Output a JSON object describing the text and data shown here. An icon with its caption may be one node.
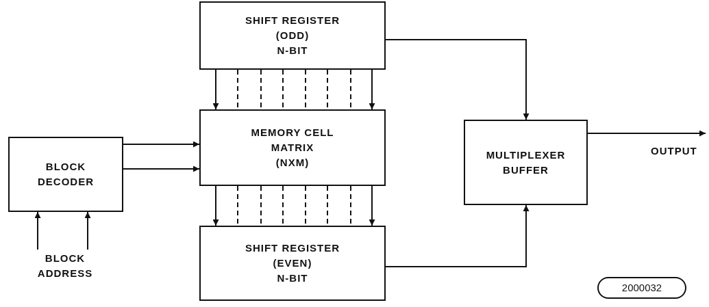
{
  "diagram": {
    "nodes": [
      {
        "text": [
          "SHIFT REGISTER",
          "(ODD)",
          "N-BIT"
        ]
      },
      {
        "text": [
          "BLOCK DECODER"
        ]
      },
      {
        "text": [
          "MEMORY CELL",
          "MATRIX",
          "(NXM)"
        ]
      },
      {
        "text": [
          "MULTIPLEXER BUFFER"
        ]
      },
      {
        "text": [
          "SHIFT REGISTER",
          "(EVEN)",
          "N-BIT"
        ]
      },
      {
        "text": [
          "BLOCK ADDRESS"
        ]
      },
      {
        "text": [
          "2000032"
        ]
      }
    ],
    "edges": [
      {
        "from": 1,
        "to": 2,
        "arrow": "to"
      },
      {
        "from": 1,
        "to": 2,
        "arrow": "to"
      },
      {
        "from": 5,
        "to": 1,
        "arrow": "to"
      },
      {
        "from": 5,
        "to": 1,
        "arrow": "to"
      },
      {
        "from": 0,
        "to": 2,
        "arrow": "to"
      },
      {
        "from": 0,
        "to": 2,
        "arrow": "none",
        "style": "dashed"
      },
      {
        "from": 0,
        "to": 2,
        "arrow": "none",
        "style": "dashed"
      },
      {
        "from": 0,
        "to": 2,
        "arrow": "none",
        "style": "dashed"
      },
      {
        "from": 0,
        "to": 2,
        "arrow": "none",
        "style": "dashed"
      },
      {
        "from": 0,
        "to": 2,
        "arrow": "none",
        "style": "dashed"
      },
      {
        "from": 0,
        "to": 2,
        "arrow": "none",
        "style": "dashed"
      },
      {
        "from": 0,
        "to": 2,
        "arrow": "to"
      },
      {
        "from": 2,
        "to": 4,
        "arrow": "to"
      },
      {
        "from": 2,
        "to": 4,
        "arrow": "none",
        "style": "dashed"
      },
      {
        "from": 2,
        "to": 4,
        "arrow": "none",
        "style": "dashed"
      },
      {
        "from": 2,
        "to": 4,
        "arrow": "none",
        "style": "dashed"
      },
      {
        "from": 2,
        "to": 4,
        "arrow": "none",
        "style": "dashed"
      },
      {
        "from": 2,
        "to": 4,
        "arrow": "none",
        "style": "dashed"
      },
      {
        "from": 2,
        "to": 4,
        "arrow": "none",
        "style": "dashed"
      },
      {
        "from": 2,
        "to": 4,
        "arrow": "to"
      },
      {
        "from": 0,
        "to": 3,
        "arrow": "to"
      },
      {
        "from": 4,
        "to": 3,
        "arrow": "to"
      },
      {
        "from": 3,
        "to": null,
        "arrow": "to"
      }
    ],
    "labels": [
      "OUTPUT"
    ]
  }
}
